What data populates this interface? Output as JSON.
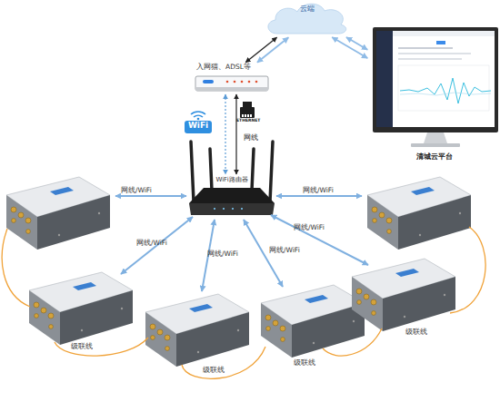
{
  "diagram": {
    "nodes": [
      {
        "text": [
          "云端"
        ]
      },
      {
        "text": [
          "入网猫、ADSL等"
        ]
      },
      {
        "text": [
          "清城云平台"
        ]
      },
      {
        "text": [
          "WiFi路由器"
        ]
      }
    ],
    "edges": [
      {
        "from": 0,
        "to": 1,
        "arrow": "both"
      },
      {
        "from": 0,
        "to": 1,
        "arrow": "both"
      },
      {
        "from": 0,
        "to": 2,
        "arrow": "both"
      },
      {
        "from": 0,
        "to": 2,
        "arrow": "both"
      },
      {
        "from": 1,
        "to": 3,
        "arrow": "both"
      },
      {
        "from": 1,
        "to": 3,
        "label": "网线",
        "arrow": "both"
      }
    ],
    "labels": [
      "网线/WiFi",
      "网线/WiFi",
      "网线/WiFi",
      "网线/WiFi",
      "网线/WiFi",
      "网线/WiFi",
      "级联线",
      "级联线",
      "级联线",
      "级联线",
      "WiFi",
      "ETHERNET"
    ]
  }
}
